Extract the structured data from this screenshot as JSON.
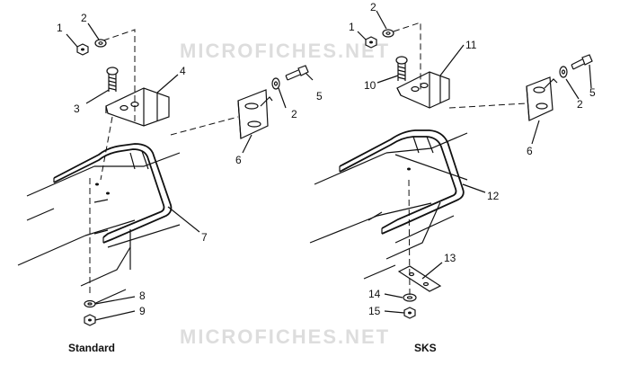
{
  "watermark": "MICROFICHES.NET",
  "captions": {
    "standard": "Standard",
    "sks": "SKS"
  },
  "callouts": {
    "standard": [
      "1",
      "2",
      "3",
      "4",
      "5",
      "2",
      "6",
      "7",
      "8",
      "9"
    ],
    "sks": [
      "1",
      "2",
      "11",
      "10",
      "5",
      "2",
      "6",
      "12",
      "13",
      "14",
      "15"
    ]
  }
}
